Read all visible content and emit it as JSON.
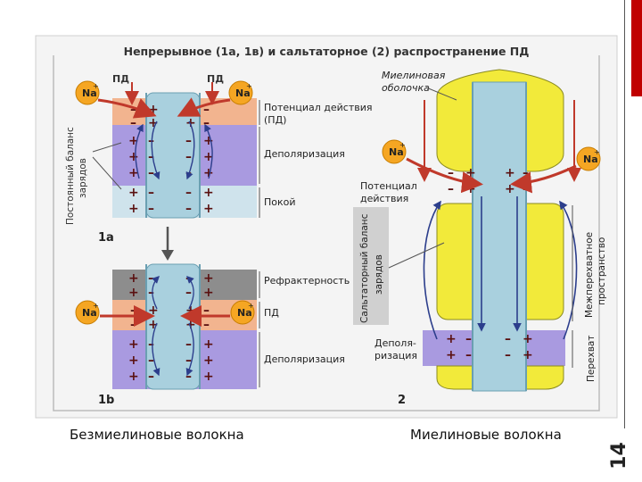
{
  "slide": {
    "number": "14",
    "title": "Непрерывное (1а, 1в) и сальтаторное (2) распространение ПД",
    "caption_left": "Безмиелиновые волокна",
    "caption_right": "Миелиновые волокна"
  },
  "panel_1a": {
    "id": "1а",
    "pd_left": "ПД",
    "pd_right": "ПД",
    "side_label_1": "Постоянный баланс",
    "side_label_2": "зарядов",
    "label_ap_1": "Потенциал действия",
    "label_ap_2": "(ПД)",
    "label_depol": "Деполяризация",
    "label_rest": "Покой"
  },
  "panel_1b": {
    "id": "1b",
    "label_refr": "Рефрактерность",
    "label_pd": "ПД",
    "label_depol": "Деполяризация"
  },
  "panel_2": {
    "id": "2",
    "myelin_1": "Миелиновая",
    "myelin_2": "оболочка",
    "ap_1": "Потенциал",
    "ap_2": "действия",
    "side_1": "Сальтаторный баланс",
    "side_2": "зарядов",
    "internode_1": "Межперехватное",
    "internode_2": "пространство",
    "node": "Перехват",
    "depol_1": "Деполя-",
    "depol_2": "ризация"
  },
  "ions": {
    "na": "Na",
    "sup": "+"
  },
  "colors": {
    "ap_zone": "#f2b48f",
    "depol_zone": "#a99ae0",
    "rest_zone": "#cfe3ec",
    "refr_zone": "#8d8d8d",
    "axon": "#a9d0de",
    "myelin": "#f2ea3a",
    "arrow": "#c0392b",
    "current": "#2c3e8c"
  }
}
